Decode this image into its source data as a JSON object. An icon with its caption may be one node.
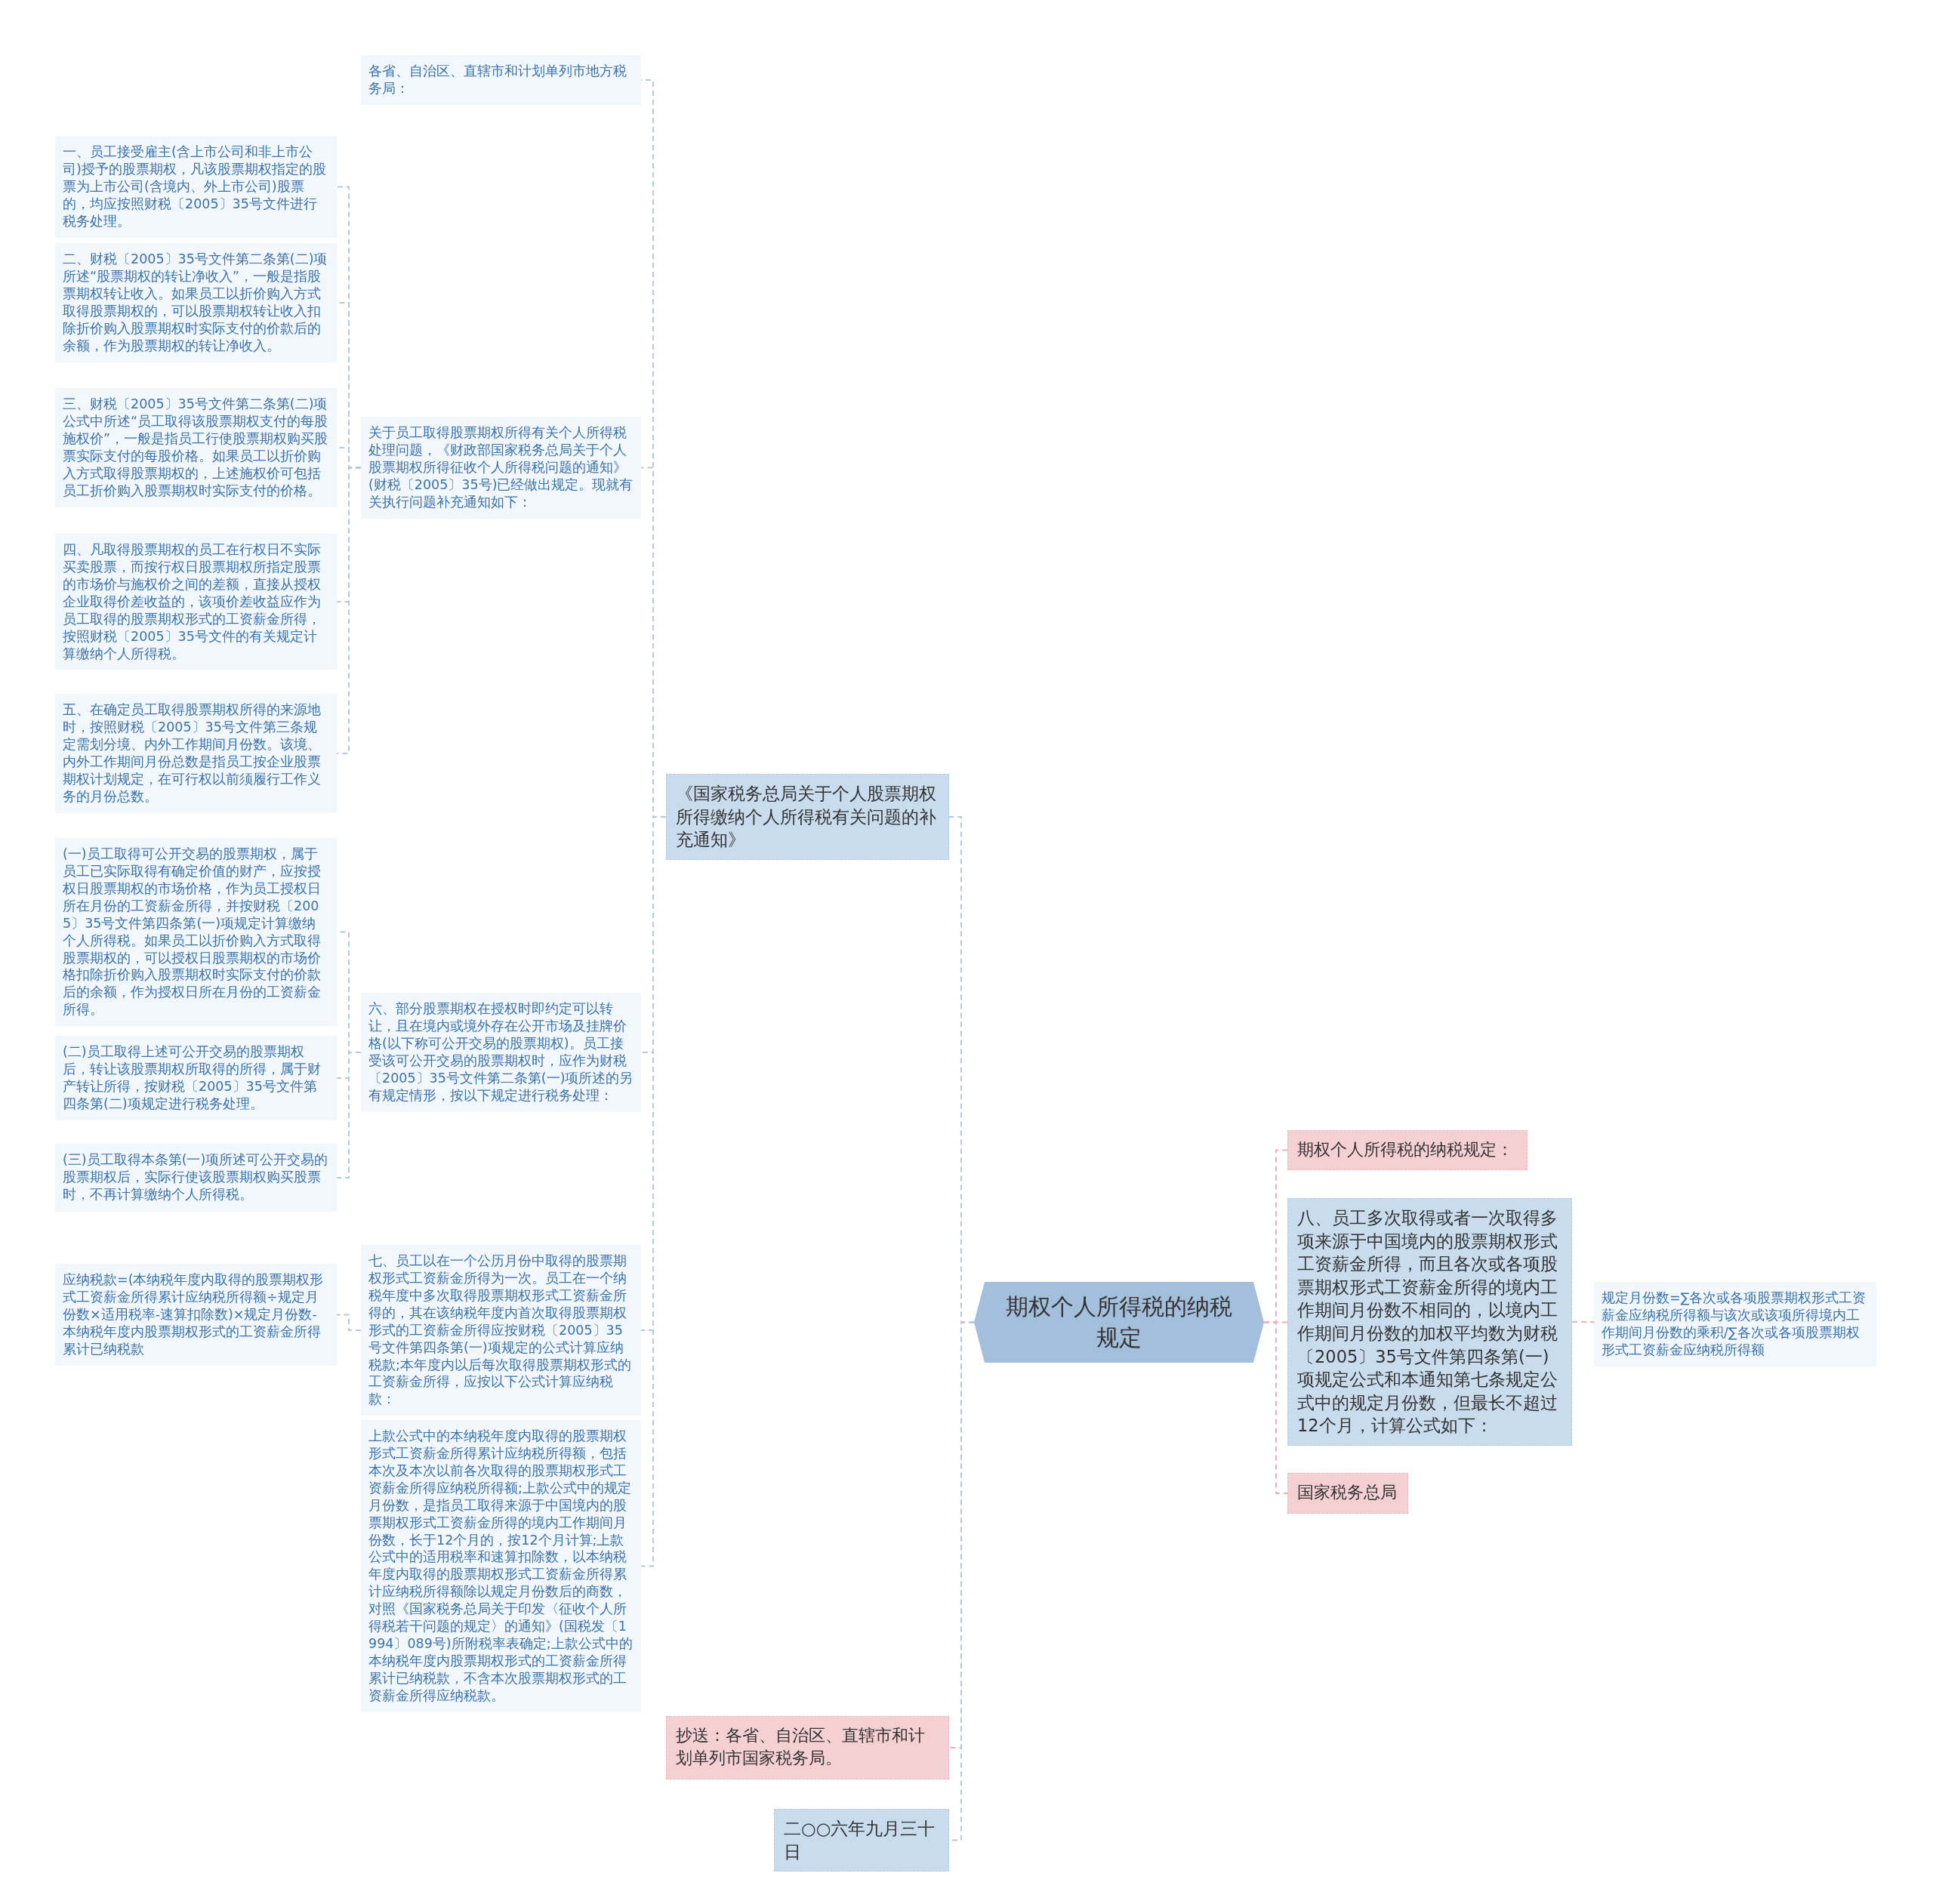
{
  "diagram": {
    "nodes": [
      {
        "text": [
          "期权个人所得税的纳税规定"
        ]
      },
      {
        "text": [
          "《国家税务总局关于个人股票期权所得缴纳个人所得税有关问题的补充通知》"
        ]
      },
      {
        "text": [
          "各省、自治区、直辖市和计划单列市地方税务局："
        ]
      },
      {
        "text": [
          "关于员工取得股票期权所得有关个人所得税处理问题，《财政部国家税务总局关于个人股票期权所得征收个人所得税问题的通知》(财税〔2005〕35号)已经做出规定。现就有关执行问题补充通知如下："
        ]
      },
      {
        "text": [
          "一、员工接受雇主(含上市公司和非上市公司)授予的股票期权，凡该股票期权指定的股票为上市公司(含境内、外上市公司)股票的，均应按照财税〔2005〕35号文件进行税务处理。"
        ]
      },
      {
        "text": [
          "二、财税〔2005〕35号文件第二条第(二)项所述“股票期权的转让净收入”，一般是指股票期权转让收入。如果员工以折价购入方式取得股票期权的，可以股票期权转让收入扣除折价购入股票期权时实际支付的价款后的余额，作为股票期权的转让净收入。"
        ]
      },
      {
        "text": [
          "三、财税〔2005〕35号文件第二条第(二)项公式中所述“员工取得该股票期权支付的每股施权价”，一般是指员工行使股票期权购买股票实际支付的每股价格。如果员工以折价购入方式取得股票期权的，上述施权价可包括员工折价购入股票期权时实际支付的价格。"
        ]
      },
      {
        "text": [
          "四、凡取得股票期权的员工在行权日不实际买卖股票，而按行权日股票期权所指定股票的市场价与施权价之间的差额，直接从授权企业取得价差收益的，该项价差收益应作为员工取得的股票期权形式的工资薪金所得，按照财税〔2005〕35号文件的有关规定计算缴纳个人所得税。"
        ]
      },
      {
        "text": [
          "五、在确定员工取得股票期权所得的来源地时，按照财税〔2005〕35号文件第三条规定需划分境、内外工作期间月份数。该境、内外工作期间月份总数是指员工按企业股票期权计划规定，在可行权以前须履行工作义务的月份总数。"
        ]
      },
      {
        "text": [
          "六、部分股票期权在授权时即约定可以转让，且在境内或境外存在公开市场及挂牌价格(以下称可公开交易的股票期权)。员工接受该可公开交易的股票期权时，应作为财税〔2005〕35号文件第二条第(一)项所述的另有规定情形，按以下规定进行税务处理："
        ]
      },
      {
        "text": [
          "(一)员工取得可公开交易的股票期权，属于员工已实际取得有确定价值的财产，应按授权日股票期权的市场价格，作为员工授权日所在月份的工资薪金所得，并按财税〔2005〕35号文件第四条第(一)项规定计算缴纳个人所得税。如果员工以折价购入方式取得股票期权的，可以授权日股票期权的市场价格扣除折价购入股票期权时实际支付的价款后的余额，作为授权日所在月份的工资薪金所得。"
        ]
      },
      {
        "text": [
          "(二)员工取得上述可公开交易的股票期权后，转让该股票期权所取得的所得，属于财产转让所得，按财税〔2005〕35号文件第四条第(二)项规定进行税务处理。"
        ]
      },
      {
        "text": [
          "(三)员工取得本条第(一)项所述可公开交易的股票期权后，实际行使该股票期权购买股票时，不再计算缴纳个人所得税。"
        ]
      },
      {
        "text": [
          "七、员工以在一个公历月份中取得的股票期权形式工资薪金所得为一次。员工在一个纳税年度中多次取得股票期权形式工资薪金所得的，其在该纳税年度内首次取得股票期权形式的工资薪金所得应按财税〔2005〕35号文件第四条第(一)项规定的公式计算应纳税款;本年度内以后每次取得股票期权形式的工资薪金所得，应按以下公式计算应纳税款："
        ]
      },
      {
        "text": [
          "应纳税款=(本纳税年度内取得的股票期权形式工资薪金所得累计应纳税所得额÷规定月份数×适用税率-速算扣除数)×规定月份数-本纳税年度内股票期权形式的工资薪金所得累计已纳税款"
        ]
      },
      {
        "text": [
          "上款公式中的本纳税年度内取得的股票期权形式工资薪金所得累计应纳税所得额，包括本次及本次以前各次取得的股票期权形式工资薪金所得应纳税所得额;上款公式中的规定月份数，是指员工取得来源于中国境内的股票期权形式工资薪金所得的境内工作期间月份数，长于12个月的，按12个月计算;上款公式中的适用税率和速算扣除数，以本纳税年度内取得的股票期权形式工资薪金所得累计应纳税所得额除以规定月份数后的商数，对照《国家税务总局关于印发〈征收个人所得税若干问题的规定〉的通知》(国税发〔1994〕089号)所附税率表确定;上款公式中的本纳税年度内股票期权形式的工资薪金所得累计已纳税款，不含本次股票期权形式的工资薪金所得应纳税款。"
        ]
      },
      {
        "text": [
          "抄送：各省、自治区、直辖市和计划单列市国家税务局。"
        ]
      },
      {
        "text": [
          "二○○六年九月三十日"
        ]
      },
      {
        "text": [
          "期权个人所得税的纳税规定："
        ]
      },
      {
        "text": [
          "八、员工多次取得或者一次取得多项来源于中国境内的股票期权形式工资薪金所得，而且各次或各项股票期权形式工资薪金所得的境内工作期间月份数不相同的，以境内工作期间月份数的加权平均数为财税〔2005〕35号文件第四条第(一)项规定公式和本通知第七条规定公式中的规定月份数，但最长不超过12个月，计算公式如下："
        ]
      },
      {
        "text": [
          "规定月份数=∑各次或各项股票期权形式工资薪金应纳税所得额与该次或该项所得境内工作期间月份数的乘积/∑各次或各项股票期权形式工资薪金应纳税所得额"
        ]
      },
      {
        "text": [
          "国家税务总局"
        ]
      }
    ],
    "edges": [
      {
        "from": 0,
        "to": 1,
        "arrow": "none"
      },
      {
        "from": 1,
        "to": 2,
        "arrow": "none"
      },
      {
        "from": 1,
        "to": 3,
        "arrow": "none"
      },
      {
        "from": 3,
        "to": 4,
        "arrow": "none"
      },
      {
        "from": 3,
        "to": 5,
        "arrow": "none"
      },
      {
        "from": 3,
        "to": 6,
        "arrow": "none"
      },
      {
        "from": 3,
        "to": 7,
        "arrow": "none"
      },
      {
        "from": 3,
        "to": 8,
        "arrow": "none"
      },
      {
        "from": 1,
        "to": 9,
        "arrow": "none"
      },
      {
        "from": 9,
        "to": 10,
        "arrow": "none"
      },
      {
        "from": 9,
        "to": 11,
        "arrow": "none"
      },
      {
        "from": 9,
        "to": 12,
        "arrow": "none"
      },
      {
        "from": 1,
        "to": 13,
        "arrow": "none"
      },
      {
        "from": 13,
        "to": 14,
        "arrow": "none"
      },
      {
        "from": 1,
        "to": 15,
        "arrow": "none"
      },
      {
        "from": 0,
        "to": 16,
        "arrow": "none",
        "color": "#eab0b5"
      },
      {
        "from": 0,
        "to": 17,
        "arrow": "none"
      },
      {
        "from": 0,
        "to": 18,
        "arrow": "none",
        "color": "#eab0b5"
      },
      {
        "from": 0,
        "to": 19,
        "arrow": "none",
        "color": "#eab0b5"
      },
      {
        "from": 19,
        "to": 20,
        "arrow": "none",
        "color": "#eab0b5"
      },
      {
        "from": 0,
        "to": 21,
        "arrow": "none",
        "color": "#eab0b5"
      }
    ]
  }
}
